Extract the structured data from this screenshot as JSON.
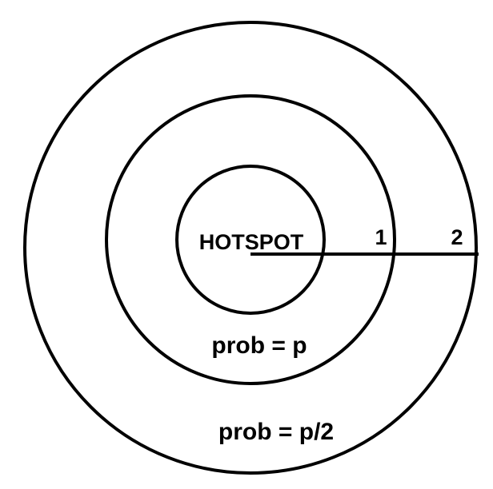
{
  "diagram": {
    "center_label": "HOTSPOT",
    "ring_labels": {
      "first": "1",
      "second": "2"
    },
    "zone_labels": {
      "inner": "prob = p",
      "outer": "prob = p/2"
    },
    "colors": {
      "stroke": "#000000",
      "background": "#ffffff"
    }
  }
}
